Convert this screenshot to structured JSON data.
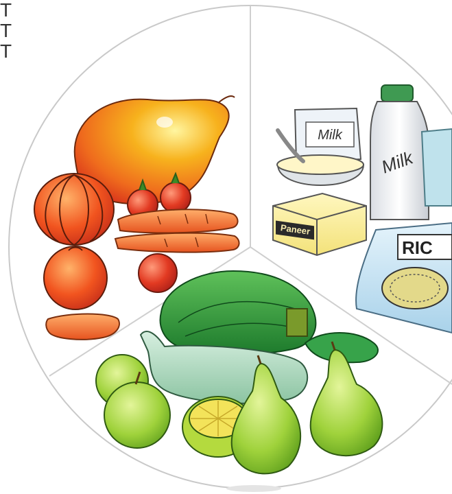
{
  "image": {
    "description_labels": {
      "milk_carton_label": "Milk",
      "milk_bottle_label": "Milk",
      "paneer_label": "Paneer",
      "rice_label": "RIC"
    },
    "edge_fragment": [
      "T",
      "T",
      "T"
    ]
  }
}
